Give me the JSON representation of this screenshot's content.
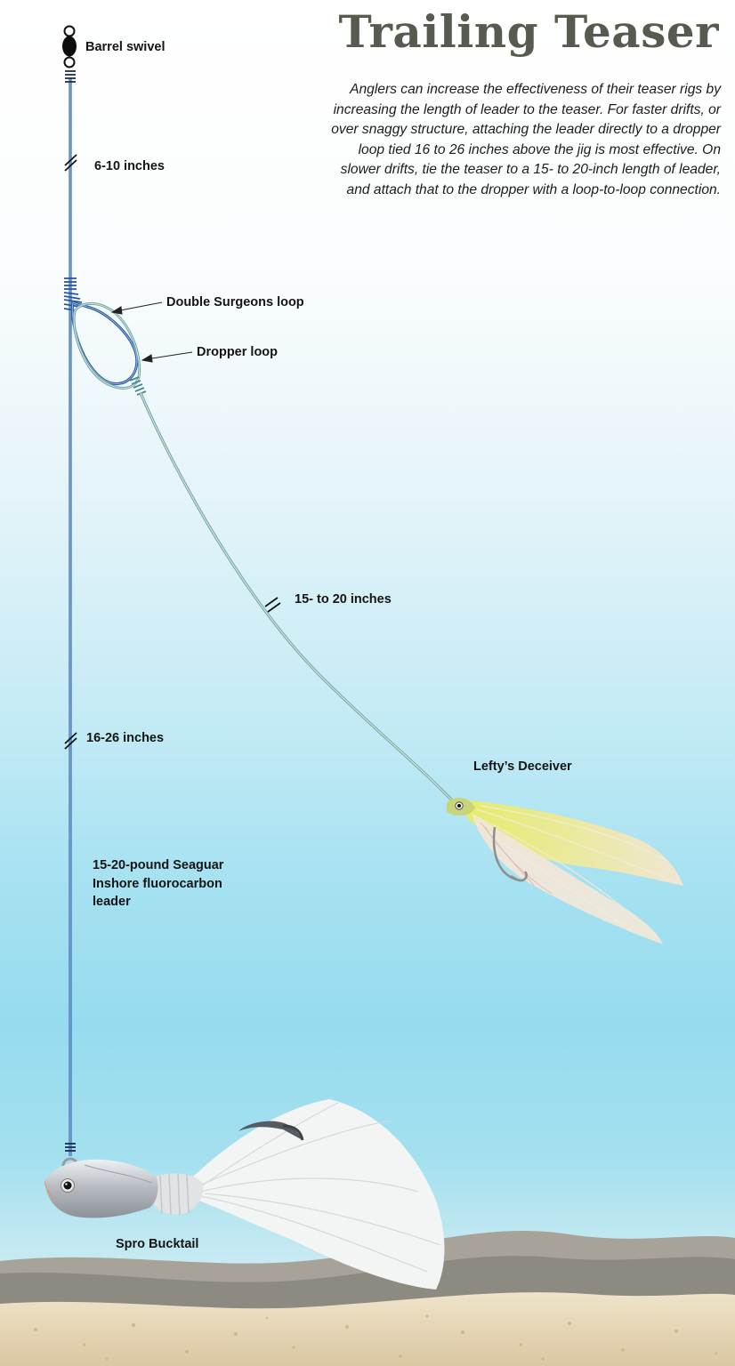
{
  "title": "Trailing Teaser",
  "description": "Anglers can increase the effectiveness of their teaser rigs by increasing the length of leader to the teaser. For faster drifts, or over snaggy structure, attaching the leader directly to a dropper loop tied 16 to 26 inches above the jig is most effective. On slower drifts, tie the teaser to a 15- to 20-inch length of leader, and attach that to the dropper with a loop-to-loop connection.",
  "labels": {
    "barrel_swivel": "Barrel swivel",
    "top_length": "6-10 inches",
    "double_surgeons_loop": "Double Surgeons loop",
    "dropper_loop": "Dropper loop",
    "teaser_length": "15- to 20 inches",
    "main_length": "16-26 inches",
    "leader_line": "15-20-pound Seaguar\nInshore fluorocarbon\nleader",
    "teaser_fly": "Lefty’s Deceiver",
    "jig": "Spro Bucktail"
  },
  "colors": {
    "title": "#575b4f",
    "main_line": "#3a6fb0",
    "teaser_line": "#7aa9a6",
    "water_deep": "#96dcee",
    "sand": "#e3d3b4",
    "mud": "#8d8a81"
  },
  "icons": {
    "swivel": "barrel-swivel-icon",
    "fly": "deceiver-fly-icon",
    "jig": "bucktail-jig-icon",
    "break_mark": "length-break-icon"
  }
}
